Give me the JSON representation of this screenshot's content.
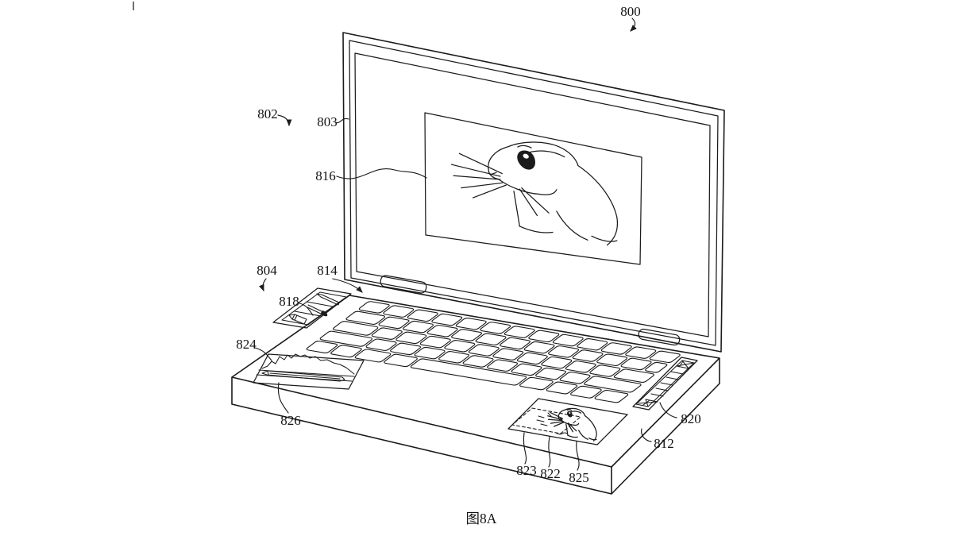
{
  "figure": {
    "caption": "图8A",
    "kind": "patent-line-drawing",
    "colors": {
      "ink": "#1b1b1b",
      "background": "#ffffff"
    }
  },
  "labels": {
    "800": "800",
    "802": "802",
    "803": "803",
    "804": "804",
    "812": "812",
    "814": "814",
    "816": "816",
    "818": "818",
    "820": "820",
    "822": "822",
    "823": "823",
    "824": "824",
    "825": "825",
    "826": "826"
  },
  "icons": {
    "tool_strip": [
      "pencil-icon",
      "marker-icon",
      "crayon-icon"
    ],
    "content": [
      "rabbit-line-art",
      "sketch-line-art",
      "stylus"
    ]
  }
}
